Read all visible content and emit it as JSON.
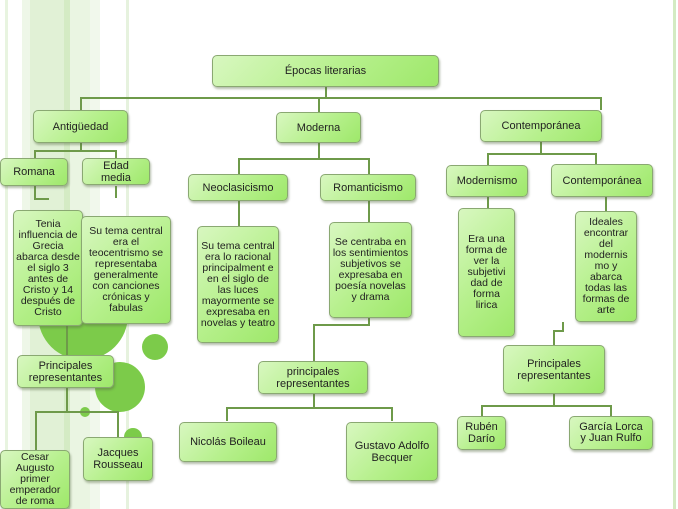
{
  "colors": {
    "box_light": "#d8f7c0",
    "box_dark": "#9ee86a",
    "connector": "#6e9a4a",
    "accent_circle": "#7ccb4a",
    "stripe": "#e3f3d8"
  },
  "root": {
    "label": "Épocas literarias"
  },
  "antiguedad": {
    "label": "Antigüedad",
    "romana": {
      "label": "Romana",
      "description": "Tenia influencia de Grecia abarca desde el siglo 3 antes de Cristo y 14 después de Cristo"
    },
    "edad_media": {
      "label": "Edad media",
      "description": "Su tema central era el teocentrismo se representaba generalmente con canciones crónicas y fabulas"
    },
    "representantes": {
      "label": "Principales representantes",
      "items": [
        "Cesar Augusto primer emperador de roma",
        "Jacques Rousseau"
      ]
    }
  },
  "moderna": {
    "label": "Moderna",
    "neoclasicismo": {
      "label": "Neoclasicismo",
      "description": "Su tema central era lo racional principalment e en el siglo de las luces mayormente se expresaba en novelas y teatro"
    },
    "romanticismo": {
      "label": "Romanticismo",
      "description": "Se centraba en los sentimientos subjetivos se expresaba en poesía novelas y drama"
    },
    "representantes": {
      "label": "principales representantes",
      "items": [
        "Nicolás Boileau",
        "Gustavo Adolfo Becquer"
      ]
    }
  },
  "contemporanea": {
    "label": "Contemporánea",
    "modernismo": {
      "label": "Modernismo",
      "description": "Era una forma de ver la subjetivi dad de forma lirica"
    },
    "contemporanea_sub": {
      "label": "Contemporánea",
      "description": "Ideales encontrar del modernis mo y abarca todas las formas de arte"
    },
    "representantes": {
      "label": "Principales representantes",
      "items": [
        "Rubén Darío",
        "García Lorca y Juan Rulfo"
      ]
    }
  }
}
